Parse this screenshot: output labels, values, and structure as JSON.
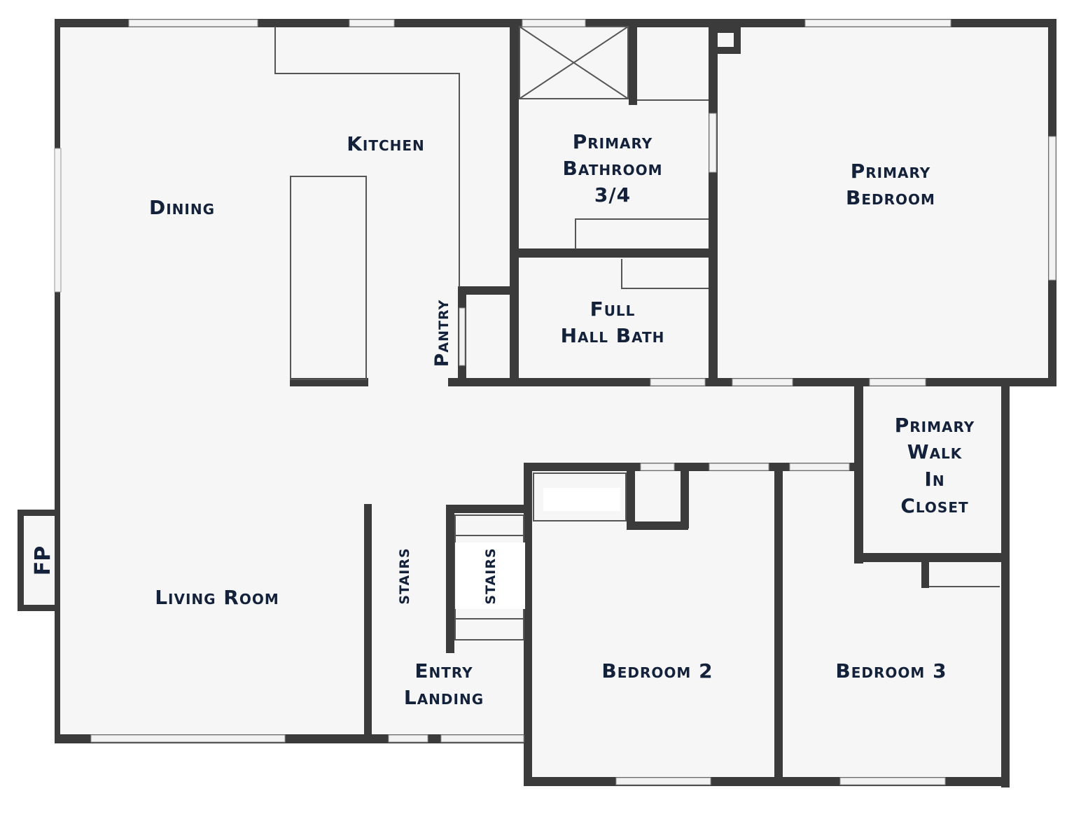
{
  "colors": {
    "wall": "#3b3b3b",
    "floor": "#f6f6f6",
    "label": "#13213a",
    "background": "#ffffff"
  },
  "rooms": {
    "kitchen": "Kitchen",
    "dining": "Dining",
    "primary_bathroom": [
      "Primary",
      "Bathroom",
      "3/4"
    ],
    "primary_bedroom": [
      "Primary",
      "Bedroom"
    ],
    "pantry": "Pantry",
    "full_hall_bath": [
      "Full",
      "Hall Bath"
    ],
    "primary_walk_in_closet": [
      "Primary",
      "Walk",
      "In",
      "Closet"
    ],
    "stairs_left": "stairs",
    "stairs_right": "stairs",
    "living_room": "Living Room",
    "entry_landing": [
      "Entry",
      "Landing"
    ],
    "bedroom_2": "Bedroom 2",
    "bedroom_3": "Bedroom 3",
    "fireplace": "FP"
  }
}
